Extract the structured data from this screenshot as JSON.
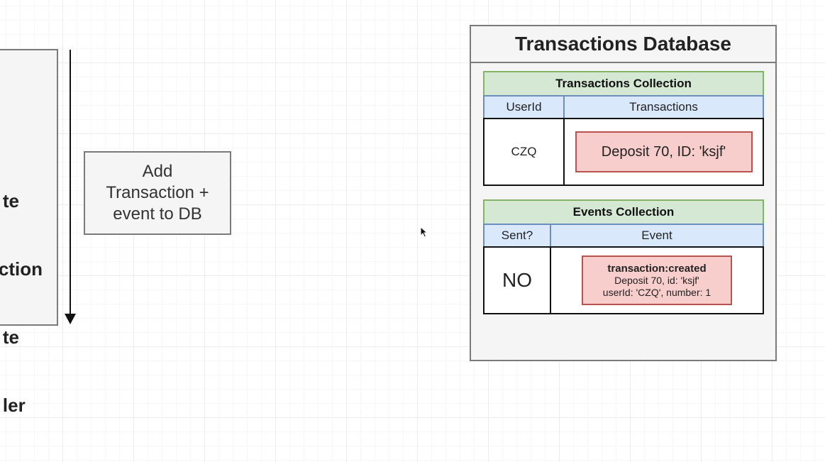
{
  "left_box": {
    "lines": [
      "te",
      "ction",
      "te",
      "ler"
    ]
  },
  "add_box": {
    "lines": [
      "Add",
      "Transaction +",
      "event to DB"
    ]
  },
  "database": {
    "title": "Transactions Database",
    "transactions_collection": {
      "title": "Transactions Collection",
      "columns": [
        "UserId",
        "Transactions"
      ],
      "row": {
        "user_id": "CZQ",
        "transaction": "Deposit 70, ID: 'ksjf'"
      }
    },
    "events_collection": {
      "title": "Events Collection",
      "columns": [
        "Sent?",
        "Event"
      ],
      "row": {
        "sent": "NO",
        "event_name": "transaction:created",
        "event_line1": "Deposit 70, id: 'ksjf'",
        "event_line2": "userId: 'CZQ', number: 1"
      }
    }
  },
  "colors": {
    "collection_header_fill": "#d5e8d4",
    "collection_header_stroke": "#82b366",
    "column_header_fill": "#dae8fc",
    "column_header_stroke": "#6c8ebf",
    "record_fill": "#f8cecc",
    "record_stroke": "#b85450",
    "box_fill": "#f5f5f5",
    "box_stroke": "#7a7a7a"
  },
  "icons": [
    "mouse-pointer-icon"
  ]
}
